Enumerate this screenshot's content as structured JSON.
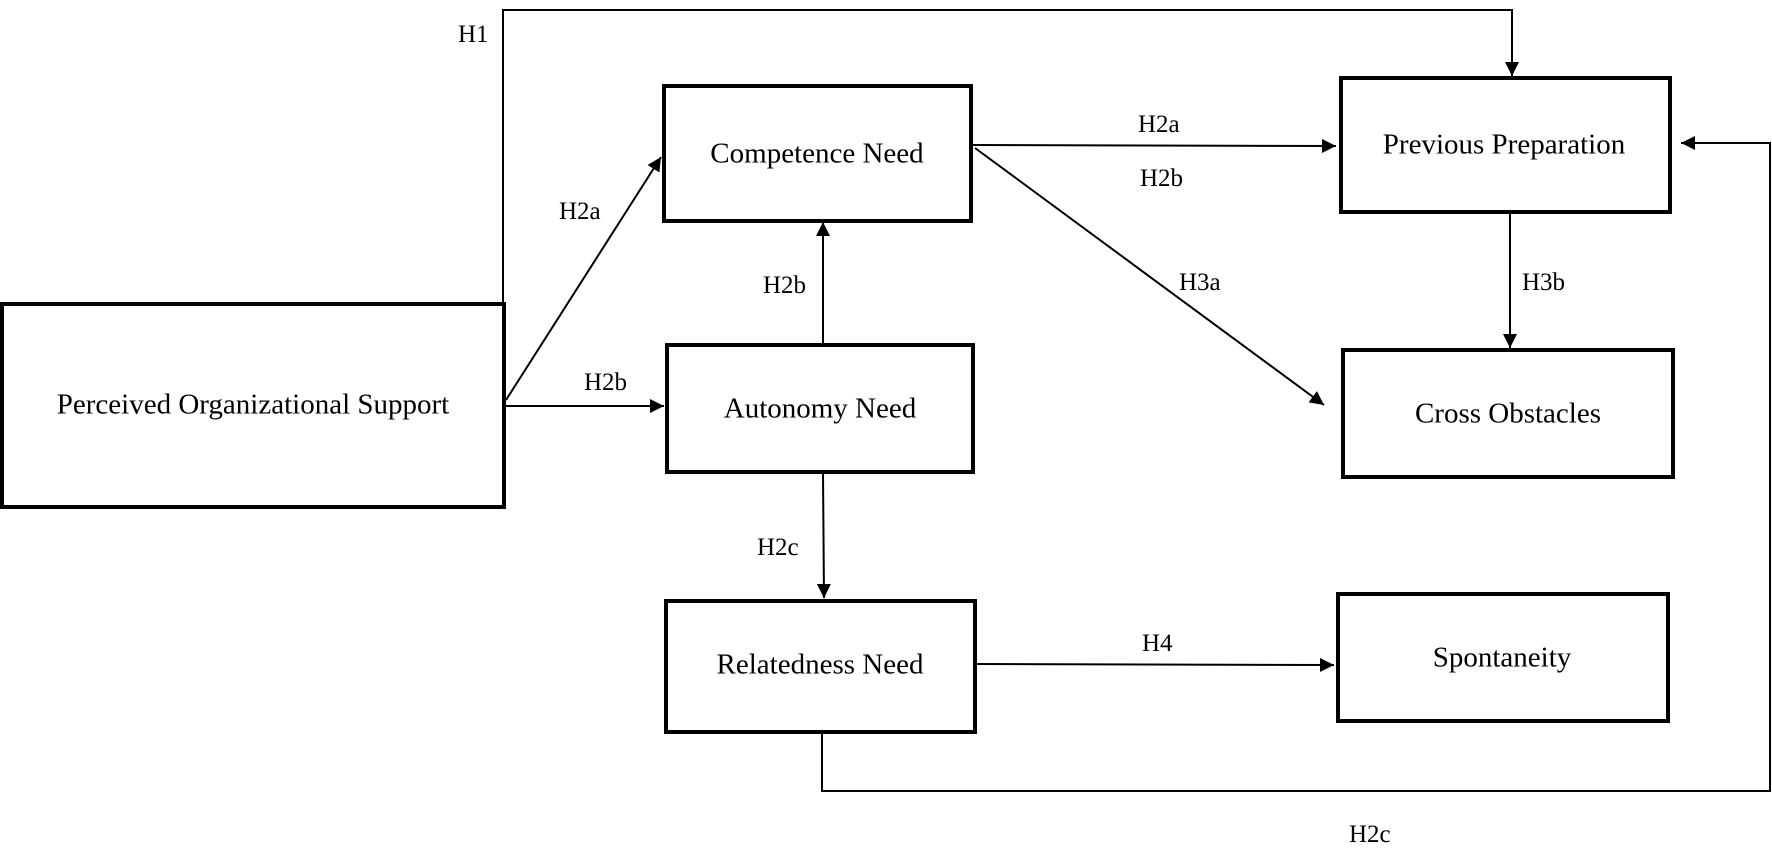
{
  "nodes": {
    "pos": {
      "label": "Perceived Organizational Support"
    },
    "competence": {
      "label": "Competence Need"
    },
    "autonomy": {
      "label": "Autonomy Need"
    },
    "relatedness": {
      "label": "Relatedness Need"
    },
    "preparation": {
      "label": "Previous Preparation"
    },
    "obstacles": {
      "label": "Cross Obstacles"
    },
    "spontaneity": {
      "label": "Spontaneity"
    }
  },
  "edges": [
    {
      "from": "Perceived Organizational Support",
      "to": "Previous Preparation",
      "label": "H1"
    },
    {
      "from": "Perceived Organizational Support",
      "to": "Competence Need",
      "label": "H2a"
    },
    {
      "from": "Perceived Organizational Support",
      "to": "Autonomy Need",
      "label": "H2b"
    },
    {
      "from": "Autonomy Need",
      "to": "Competence Need",
      "label": "H2b"
    },
    {
      "from": "Autonomy Need",
      "to": "Relatedness Need",
      "label": "H2c"
    },
    {
      "from": "Competence Need",
      "to": "Previous Preparation",
      "label": "H2a"
    },
    {
      "from": "Competence Need",
      "to": "Previous Preparation",
      "label": "H2b"
    },
    {
      "from": "Competence Need",
      "to": "Cross Obstacles",
      "label": "H3a"
    },
    {
      "from": "Previous Preparation",
      "to": "Cross Obstacles",
      "label": "H3b"
    },
    {
      "from": "Relatedness Need",
      "to": "Spontaneity",
      "label": "H4"
    },
    {
      "from": "Relatedness Need",
      "to": "Previous Preparation",
      "label": "H2c"
    }
  ]
}
